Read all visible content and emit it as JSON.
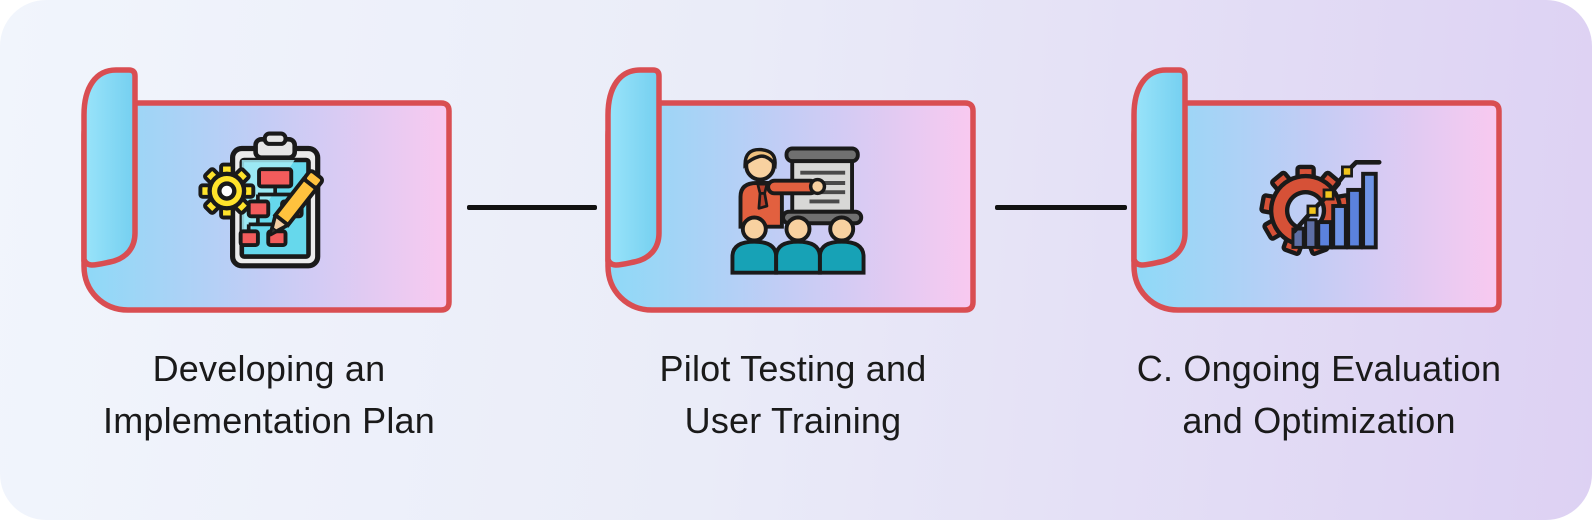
{
  "diagram_title": "",
  "background": {
    "gradient_left": "#F1F5FC",
    "gradient_right": "#DDD1F3"
  },
  "colors": {
    "scroll_border": "#D94E52",
    "scroll_roll_blue": "#85D9F6",
    "scroll_body_blue": "#8ED9F7",
    "scroll_body_pink": "#F9C9F0",
    "connector": "#111111",
    "text": "#1A1A1A"
  },
  "steps": [
    {
      "label_line1": "Developing an",
      "label_line2": "Implementation Plan",
      "icon": "flowchart-clipboard-icon"
    },
    {
      "label_line1": "Pilot Testing and",
      "label_line2": "User Training",
      "icon": "presentation-training-icon"
    },
    {
      "label_line1": "C. Ongoing Evaluation",
      "label_line2": "and Optimization",
      "icon": "gear-analytics-icon"
    }
  ]
}
